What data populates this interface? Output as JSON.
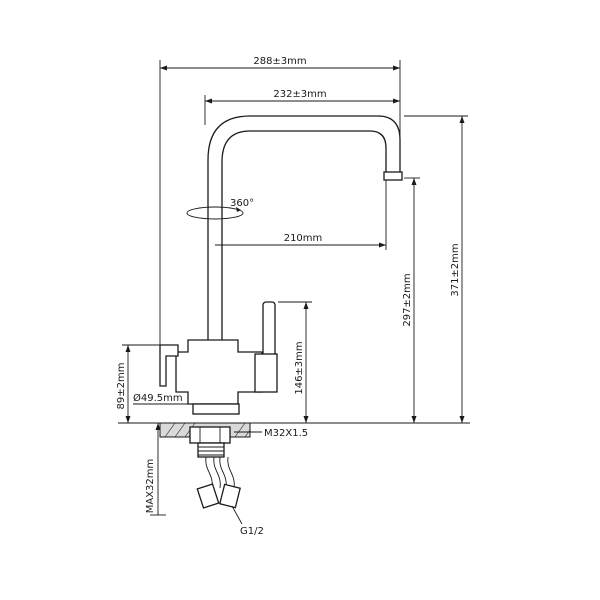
{
  "dimensions": {
    "overall_width": "288±3mm",
    "spout_reach": "232±3mm",
    "handle_offset": "210mm",
    "overall_height": "371±2mm",
    "outlet_height": "297±2mm",
    "body_height": "146±3mm",
    "side_height": "89±2mm",
    "base_diameter": "Ø49.5mm",
    "max_counter_thickness": "MAX32mm"
  },
  "labels": {
    "rotation": "360°",
    "mount_thread": "M32X1.5",
    "hose_thread": "G1/2"
  }
}
